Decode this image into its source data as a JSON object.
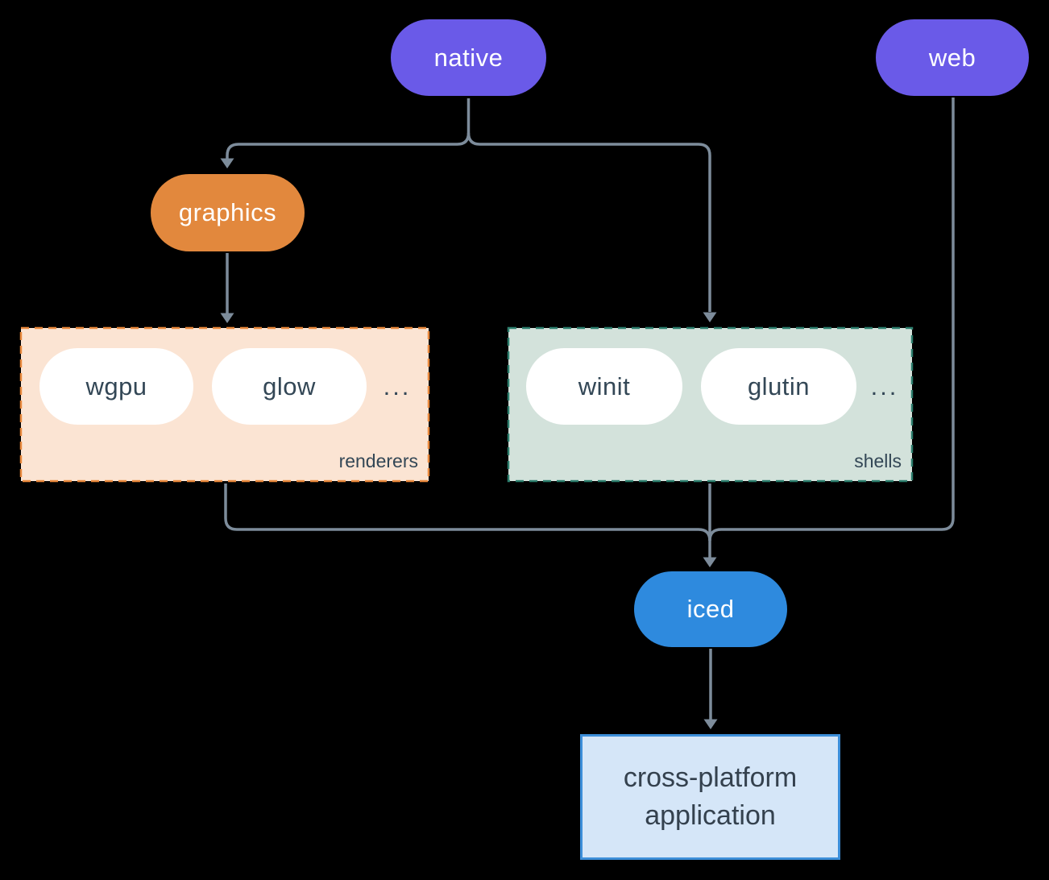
{
  "diagram": {
    "nodes": {
      "native": "native",
      "web": "web",
      "graphics": "graphics",
      "iced": "iced",
      "app_line1": "cross-platform",
      "app_line2": "application"
    },
    "renderers_group": {
      "label": "renderers",
      "items": [
        "wgpu",
        "glow"
      ],
      "more": "..."
    },
    "shells_group": {
      "label": "shells",
      "items": [
        "winit",
        "glutin"
      ],
      "more": "..."
    },
    "colors": {
      "background": "#000000",
      "native_web": "#6a5ae8",
      "graphics": "#e2883d",
      "iced": "#2e8ade",
      "renderers_fill": "#fbe4d3",
      "renderers_border": "#e8883c",
      "shells_fill": "#d3e2db",
      "shells_border": "#2c7d6c",
      "app_fill": "#d5e6f8",
      "app_border": "#3c8ed9",
      "connector": "#7d8c9b",
      "dark_text": "#334756"
    }
  }
}
